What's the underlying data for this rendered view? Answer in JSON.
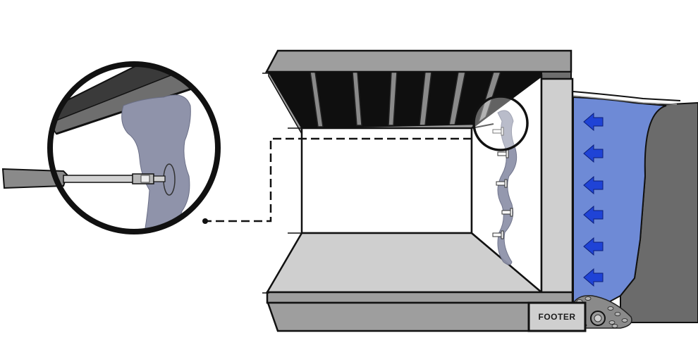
{
  "diagram": {
    "labels": {
      "footer": "FOOTER"
    },
    "colors": {
      "outline": "#111111",
      "wall_gray": "#cfcfcf",
      "slab_gray": "#9e9e9e",
      "dark_gray": "#6e6e6e",
      "soil": "#6b6b6b",
      "water": "#6e8ad6",
      "arrow": "#1f43d6",
      "crack": "#8f93aa",
      "injector": "#a8a8a8"
    },
    "icons": [
      "water-pressure-arrow-icon",
      "drain-pipe-icon",
      "injection-port-icon",
      "injection-gun-icon"
    ],
    "pressure_arrow_count": 6,
    "injection_port_count": 5
  }
}
